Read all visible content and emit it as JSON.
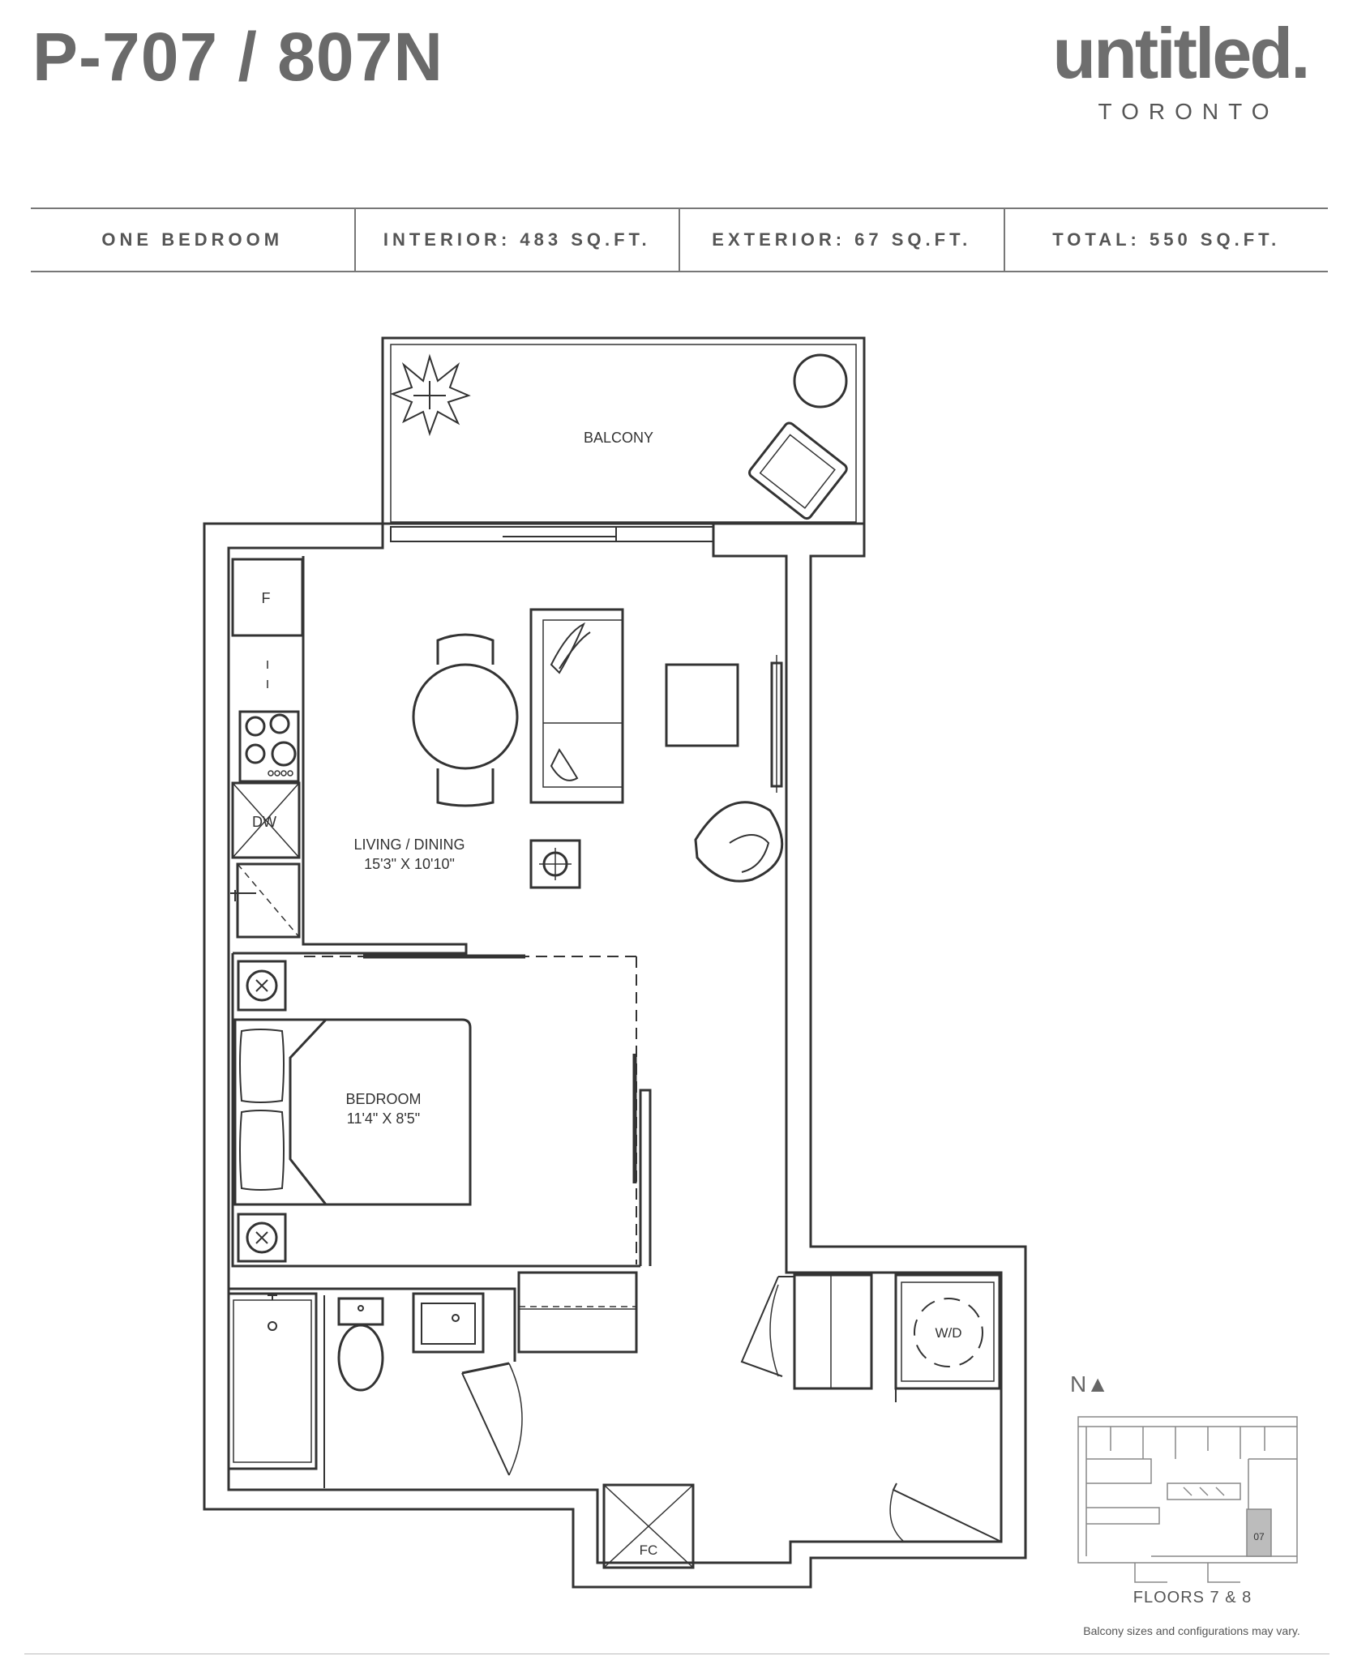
{
  "header": {
    "unit": "P-707 / 807N",
    "brand": "untitled.",
    "city": "TORONTO"
  },
  "info_bar": [
    "ONE BEDROOM",
    "INTERIOR: 483 SQ.FT.",
    "EXTERIOR: 67 SQ.FT.",
    "TOTAL: 550 SQ.FT."
  ],
  "rooms": {
    "balcony": "BALCONY",
    "living_name": "LIVING / DINING",
    "living_dims": "15'3\" X 10'10\"",
    "bedroom_name": "BEDROOM",
    "bedroom_dims": "11'4\" X 8'5\""
  },
  "fixtures": {
    "fridge": "F",
    "dishwasher": "DW",
    "washer_dryer": "W/D",
    "fan_coil": "FC"
  },
  "north_label": "N▲",
  "keymap": {
    "unit_tag": "07",
    "label": "FLOORS 7 & 8"
  },
  "disclaimer": "Balcony sizes and configurations may vary.",
  "colors": {
    "line": "#333333",
    "title": "#6a6a6a",
    "highlight": "#bcbcbc"
  }
}
